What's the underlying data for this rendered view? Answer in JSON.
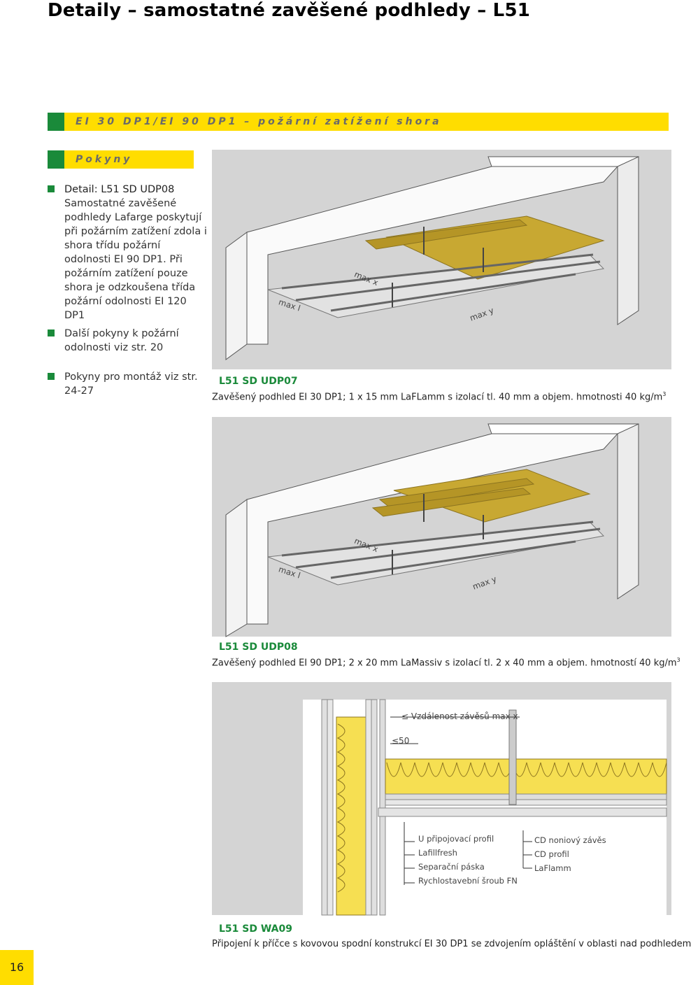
{
  "header": {
    "title": "Detaily – samostatné zavěšené podhledy – L51"
  },
  "section_bar": {
    "label": "EI 30 DP1/EI 90 DP1 – požární zatížení shora"
  },
  "pokyny_bar": {
    "label": "Pokyny"
  },
  "notes": [
    {
      "bold": "Detail: L51 SD UDP08",
      "text": "Samostatné zavěšené podhledy Lafarge poskytují při požárním zatížení zdola i shora třídu požární odolnosti EI 90 DP1. Při požárním zatížení pouze shora je odzkoušena třída požární odolnosti EI 120 DP1"
    },
    {
      "text": "Další pokyny k požární odolnosti viz str. 20"
    },
    {
      "text": "Pokyny pro montáž viz str. 24-27"
    }
  ],
  "figures": [
    {
      "code": "L51 SD UDP07",
      "caption": "Zavěšený podhled EI 30 DP1; 1 x 15 mm LaFLamm s izolací tl. 40 mm a objem. hmotnosti 40 kg/m",
      "sup": "3",
      "labels": {
        "max_l": "max l",
        "max_x": "max x",
        "max_y": "max y"
      }
    },
    {
      "code": "L51 SD UDP08",
      "caption": "Zavěšený podhled EI 90 DP1; 2 x 20 mm LaMassiv s izolací tl. 2 x 40 mm a objem. hmotností 40 kg/m",
      "sup": "3",
      "labels": {
        "max_l": "max l",
        "max_x": "max x",
        "max_y": "max y"
      }
    },
    {
      "code": "L51 SD WA09",
      "caption": "Připojení k příčce s kovovou spodní konstrukcí EI 30 DP1 se zdvojením opláštění v oblasti nad podhledem",
      "dim_spacing": "≤ Vzdálenost závěsů max x",
      "dim_50": "≤50",
      "legend_left": [
        "U připojovací profil",
        "Lafillfresh",
        "Separační páska",
        "Rychlostavební šroub FN"
      ],
      "legend_right": [
        "CD noniový závěs",
        "CD profil",
        "LaFlamm"
      ]
    }
  ],
  "page_number": "16"
}
